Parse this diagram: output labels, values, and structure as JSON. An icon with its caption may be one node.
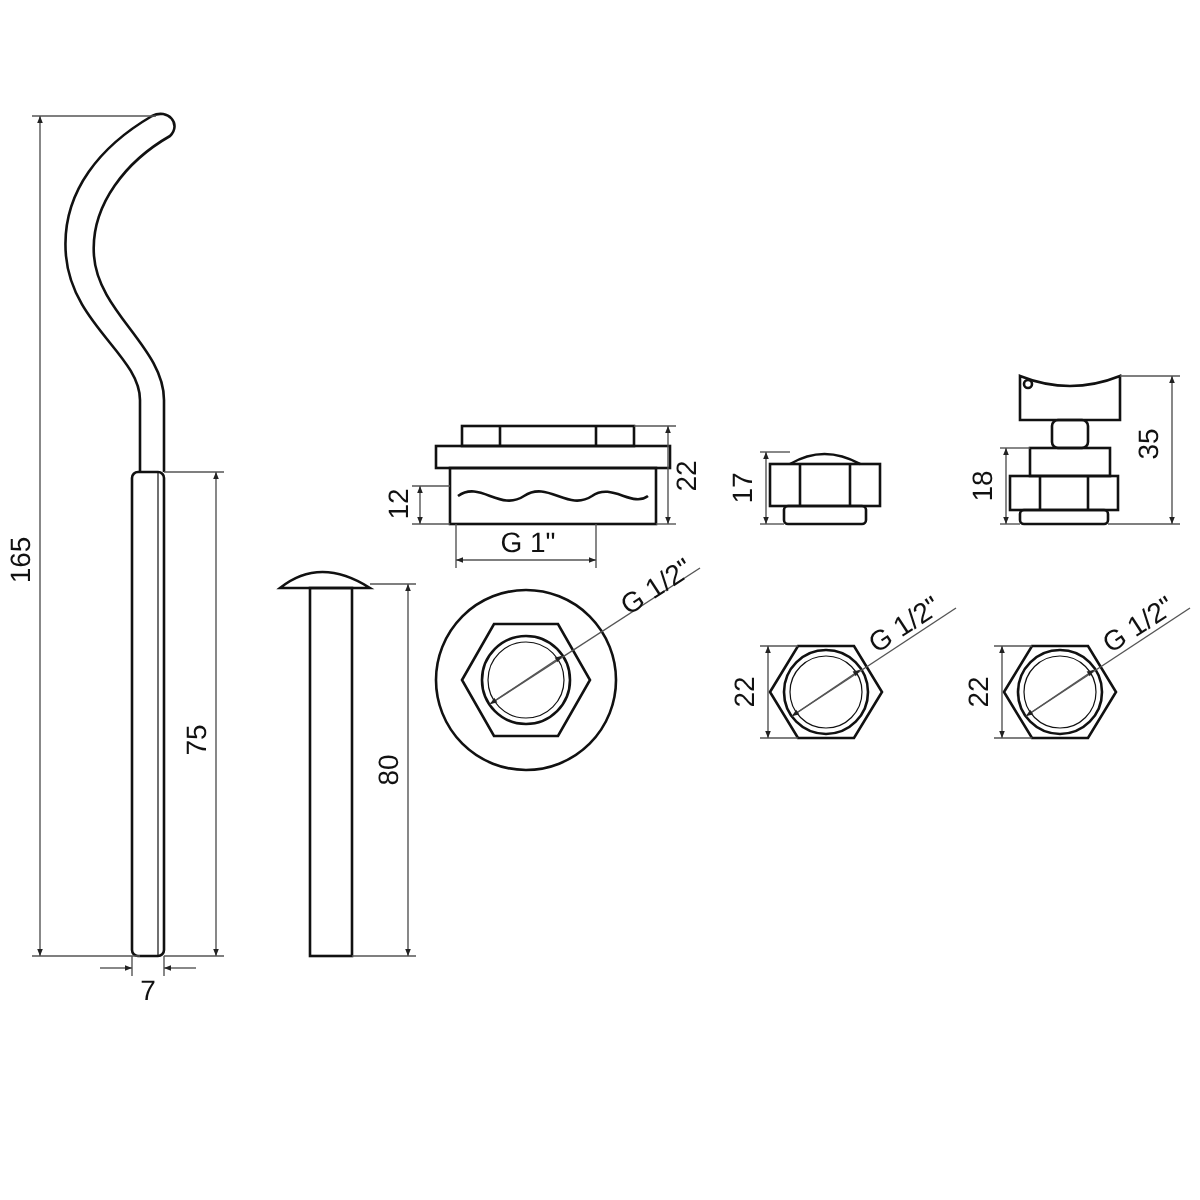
{
  "diagram": {
    "labels": [
      "165",
      "75",
      "7",
      "80",
      "12",
      "22",
      "G 1\"",
      "G 1/2\"",
      "17",
      "22",
      "G 1/2\"",
      "18",
      "35",
      "22",
      "G 1/2\""
    ]
  }
}
